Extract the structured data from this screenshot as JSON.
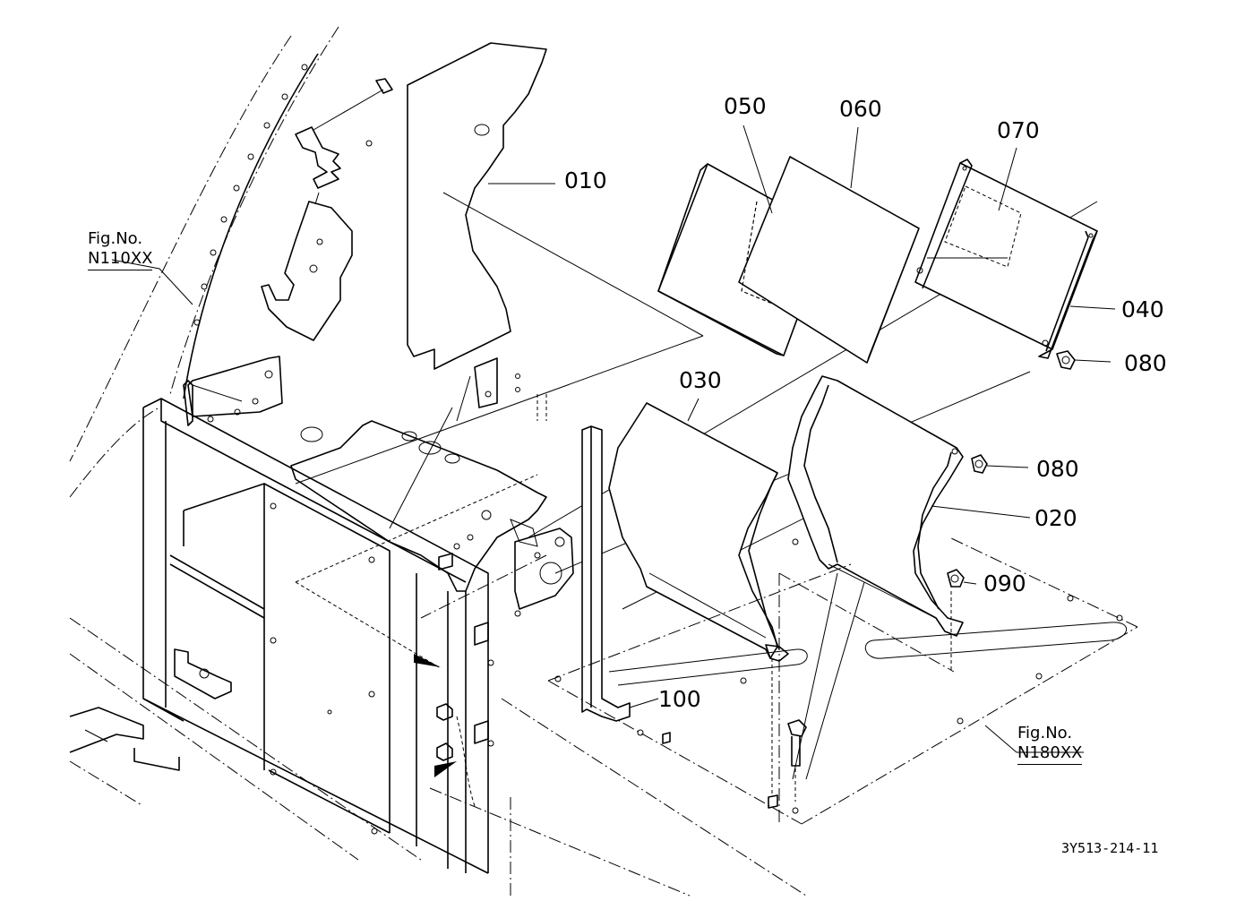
{
  "diagram": {
    "part_labels": [
      {
        "id": "010",
        "text": "010"
      },
      {
        "id": "020",
        "text": "020"
      },
      {
        "id": "030",
        "text": "030"
      },
      {
        "id": "040",
        "text": "040"
      },
      {
        "id": "050",
        "text": "050"
      },
      {
        "id": "060",
        "text": "060"
      },
      {
        "id": "070",
        "text": "070"
      },
      {
        "id": "080a",
        "text": "080"
      },
      {
        "id": "080b",
        "text": "080"
      },
      {
        "id": "090",
        "text": "090"
      },
      {
        "id": "100",
        "text": "100"
      }
    ],
    "figure_refs": [
      {
        "id": "left",
        "title": "Fig.No.",
        "code": "N110XX"
      },
      {
        "id": "right",
        "title": "Fig.No.",
        "code": "N180XX"
      }
    ],
    "drawing_number": "3Y513-214-11"
  }
}
